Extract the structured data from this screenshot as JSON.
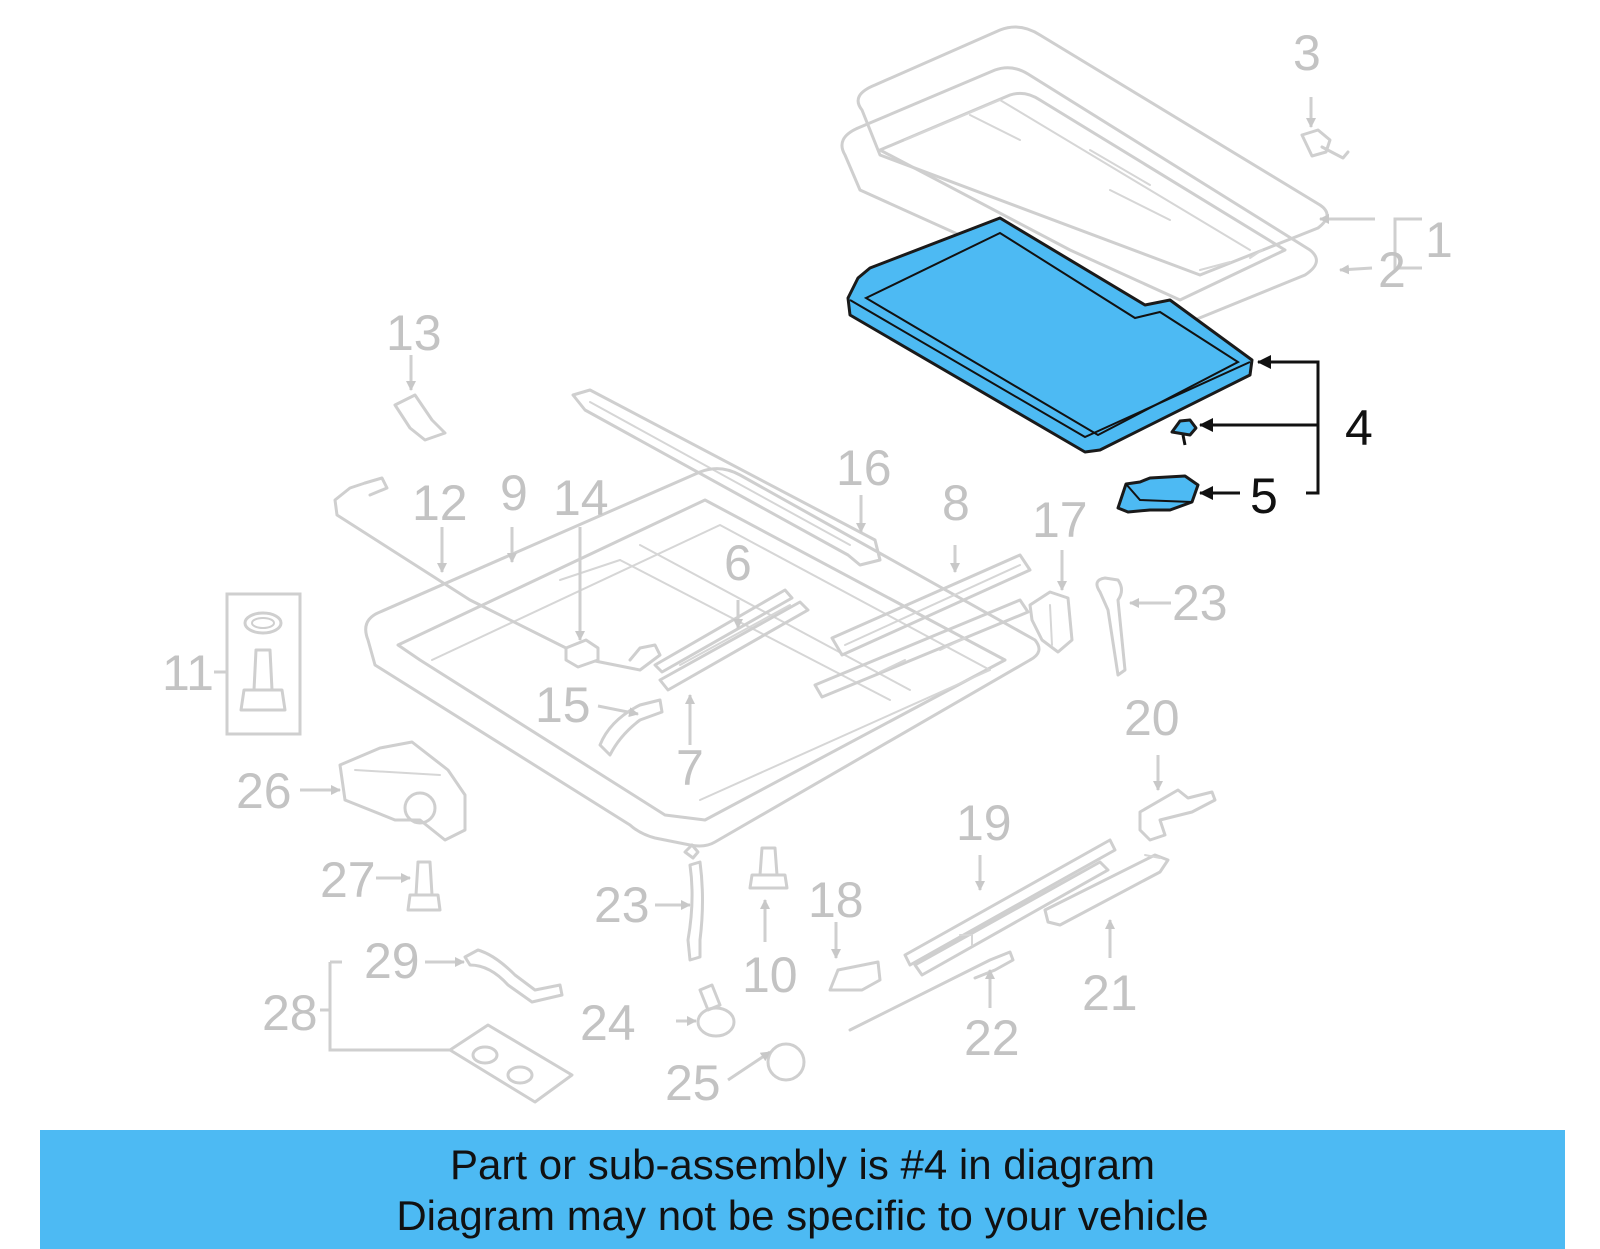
{
  "banner": {
    "line1": "Part or sub-assembly is #4 in diagram",
    "line2": "Diagram may not be specific to your vehicle"
  },
  "colors": {
    "highlight": "#4dbaf3",
    "part_lines": "#cfcfcf",
    "label_gray": "#c3c3c3"
  },
  "callouts": {
    "c1": "1",
    "c2": "2",
    "c3": "3",
    "c4": "4",
    "c5": "5",
    "c6": "6",
    "c7": "7",
    "c8": "8",
    "c9": "9",
    "c10": "10",
    "c11": "11",
    "c12": "12",
    "c13": "13",
    "c14": "14",
    "c15": "15",
    "c16": "16",
    "c17": "17",
    "c18": "18",
    "c19": "19",
    "c20": "20",
    "c21": "21",
    "c22": "22",
    "c23a": "23",
    "c23b": "23",
    "c24": "24",
    "c25": "25",
    "c26": "26",
    "c27": "27",
    "c28": "28",
    "c29": "29"
  },
  "highlighted_parts": [
    "4",
    "5"
  ]
}
